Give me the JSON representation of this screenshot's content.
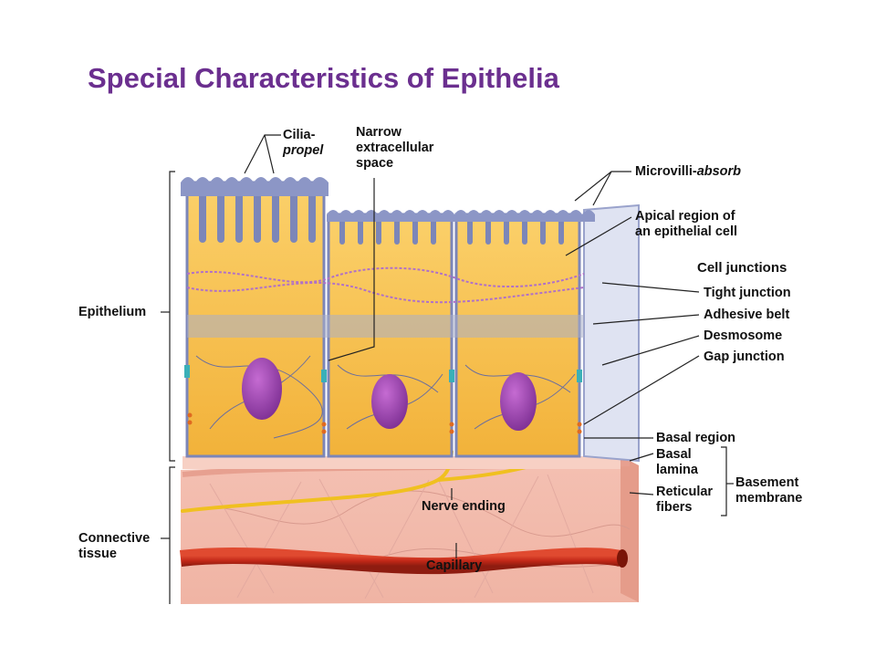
{
  "title": "Special Characteristics of Epithelia",
  "labels": {
    "cilia_line1": "Cilia-",
    "cilia_italic": "propel",
    "narrow_line1": "Narrow",
    "narrow_line2": "extracellular",
    "narrow_line3": "space",
    "microvilli_main": "Microvilli-",
    "microvilli_italic": "absorb",
    "apical_line1": "Apical region of",
    "apical_line2": "an epithelial cell",
    "cell_junctions": "Cell junctions",
    "tight_junction": "Tight junction",
    "adhesive_belt": "Adhesive belt",
    "desmosome": "Desmosome",
    "gap_junction": "Gap junction",
    "epithelium": "Epithelium",
    "basal_region": "Basal region",
    "basal_lamina_line1": "Basal",
    "basal_lamina_line2": "lamina",
    "reticular_line1": "Reticular",
    "reticular_line2": "fibers",
    "basement_line1": "Basement",
    "basement_line2": "membrane",
    "nerve_ending": "Nerve ending",
    "connective_line1": "Connective",
    "connective_line2": "tissue",
    "capillary": "Capillary"
  },
  "colors": {
    "title": "#6b2f8f",
    "cytoplasm": "#f6c04a",
    "membrane": "#7c86b8",
    "nucleus": "#8b3aa0",
    "connective": "#f2b8a8",
    "capillary": "#c62a1c",
    "nerve": "#f0c020"
  }
}
